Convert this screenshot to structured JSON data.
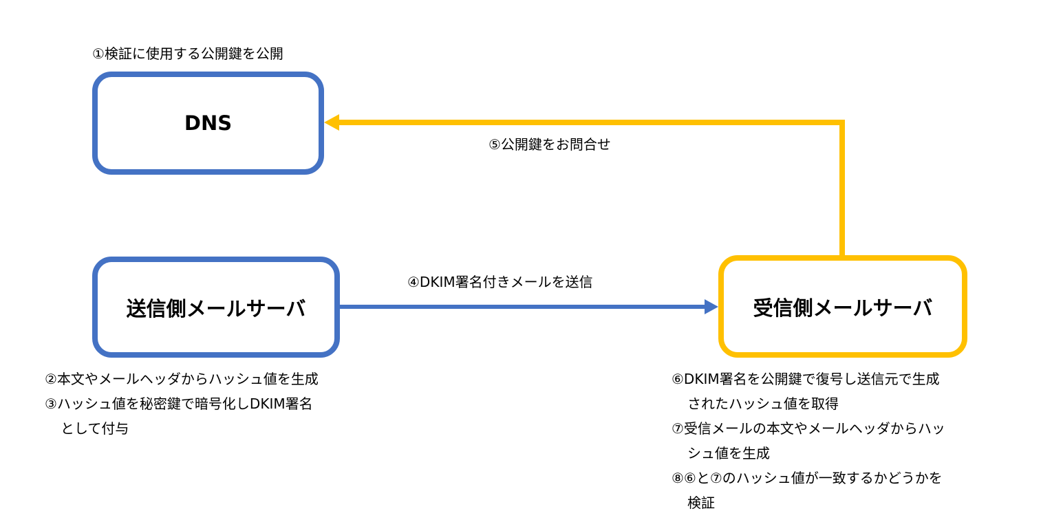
{
  "boxes": {
    "dns": {
      "label": "DNS",
      "color": "#4472C4"
    },
    "sender": {
      "label": "送信側メールサーバ",
      "color": "#4472C4"
    },
    "receiver": {
      "label": "受信側メールサーバ",
      "color": "#FFC000"
    }
  },
  "labels": {
    "publish": "①検証に使用する公開鍵を公開",
    "query": "⑤公開鍵をお問合せ",
    "send": "④DKIM署名付きメールを送信"
  },
  "sender_notes": {
    "step2": "②本文やメールヘッダからハッシュ値を生成",
    "step3_line1": "③ハッシュ値を秘密鍵で暗号化しDKIM署名",
    "step3_line2": "として付与"
  },
  "receiver_notes": {
    "step6_line1": "⑥DKIM署名を公開鍵で復号し送信元で生成",
    "step6_line2": "されたハッシュ値を取得",
    "step7_line1": "⑦受信メールの本文やメールヘッダからハッ",
    "step7_line2": "シュ値を生成",
    "step8_line1": "⑧⑥と⑦のハッシュ値が一致するかどうかを",
    "step8_line2": "検証"
  },
  "colors": {
    "blue": "#4472C4",
    "yellow": "#FFC000"
  }
}
